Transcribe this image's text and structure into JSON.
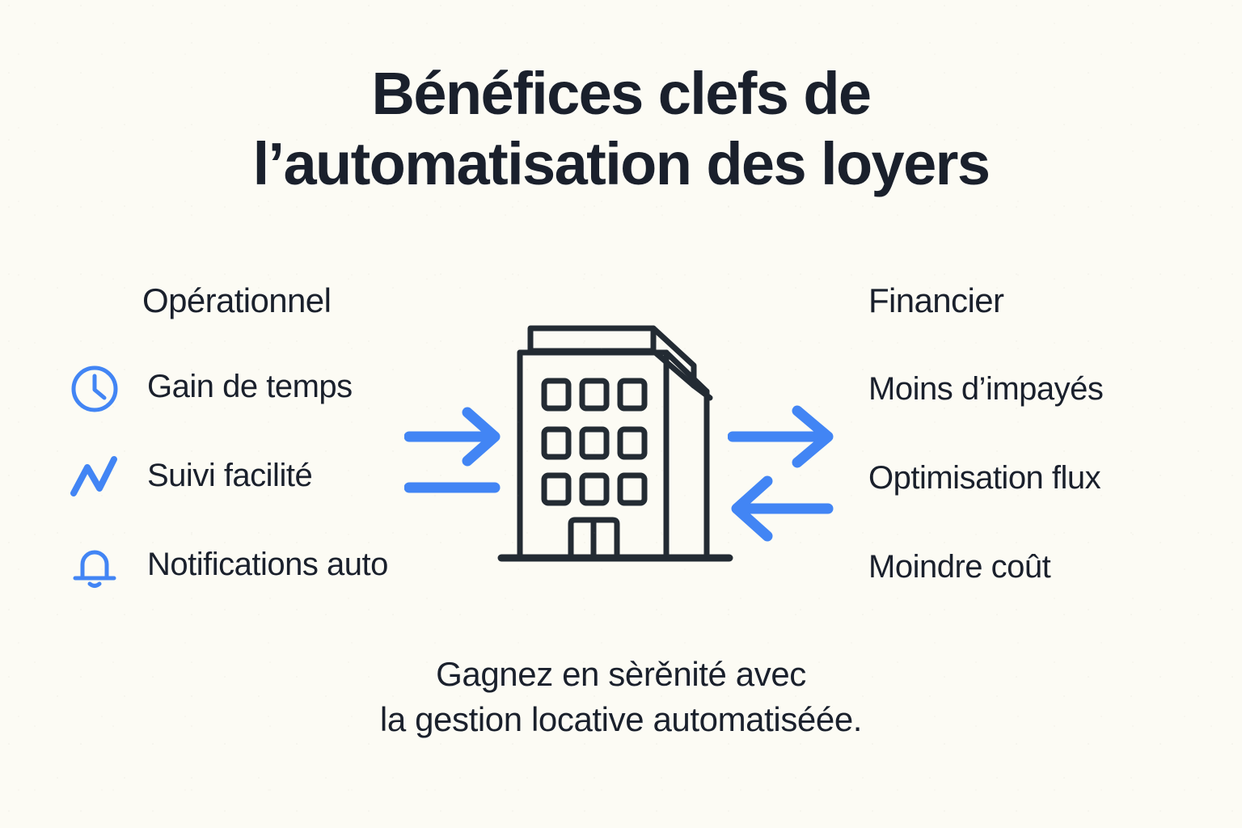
{
  "colors": {
    "background": "#FCFBF4",
    "text_dark": "#1A202C",
    "accent_blue": "#4285F4",
    "illustration_stroke": "#232B33"
  },
  "title": "Bénéfices clefs de\nl’automatisation des loyers",
  "columns": {
    "left": {
      "heading": "Opérationnel",
      "items": [
        {
          "icon": "clock-icon",
          "label": "Gain de temps"
        },
        {
          "icon": "trend-line-icon",
          "label": "Suivi facilité"
        },
        {
          "icon": "bell-icon",
          "label": "Notifications auto"
        }
      ]
    },
    "right": {
      "heading": "Financier",
      "items": [
        {
          "label": "Moins d’impayés"
        },
        {
          "label": "Optimisation flux"
        },
        {
          "label": "Moindre coût"
        }
      ]
    }
  },
  "connectors": [
    {
      "name": "arrow-left-inbound",
      "direction": "right",
      "has_head": true,
      "side": "left"
    },
    {
      "name": "arrow-left-line",
      "direction": "right",
      "has_head": false,
      "side": "left"
    },
    {
      "name": "arrow-right-outbound",
      "direction": "right",
      "has_head": true,
      "side": "right"
    },
    {
      "name": "arrow-right-inbound",
      "direction": "left",
      "has_head": true,
      "side": "right"
    }
  ],
  "illustration": {
    "name": "apartment-building-illustration",
    "window_rows": 3,
    "window_columns": 3,
    "has_roof_parapet": true,
    "has_double_door": true,
    "has_ground_line": true
  },
  "caption": "Gagnez en sèrěnité avec\nla gestion locative automatiséée."
}
